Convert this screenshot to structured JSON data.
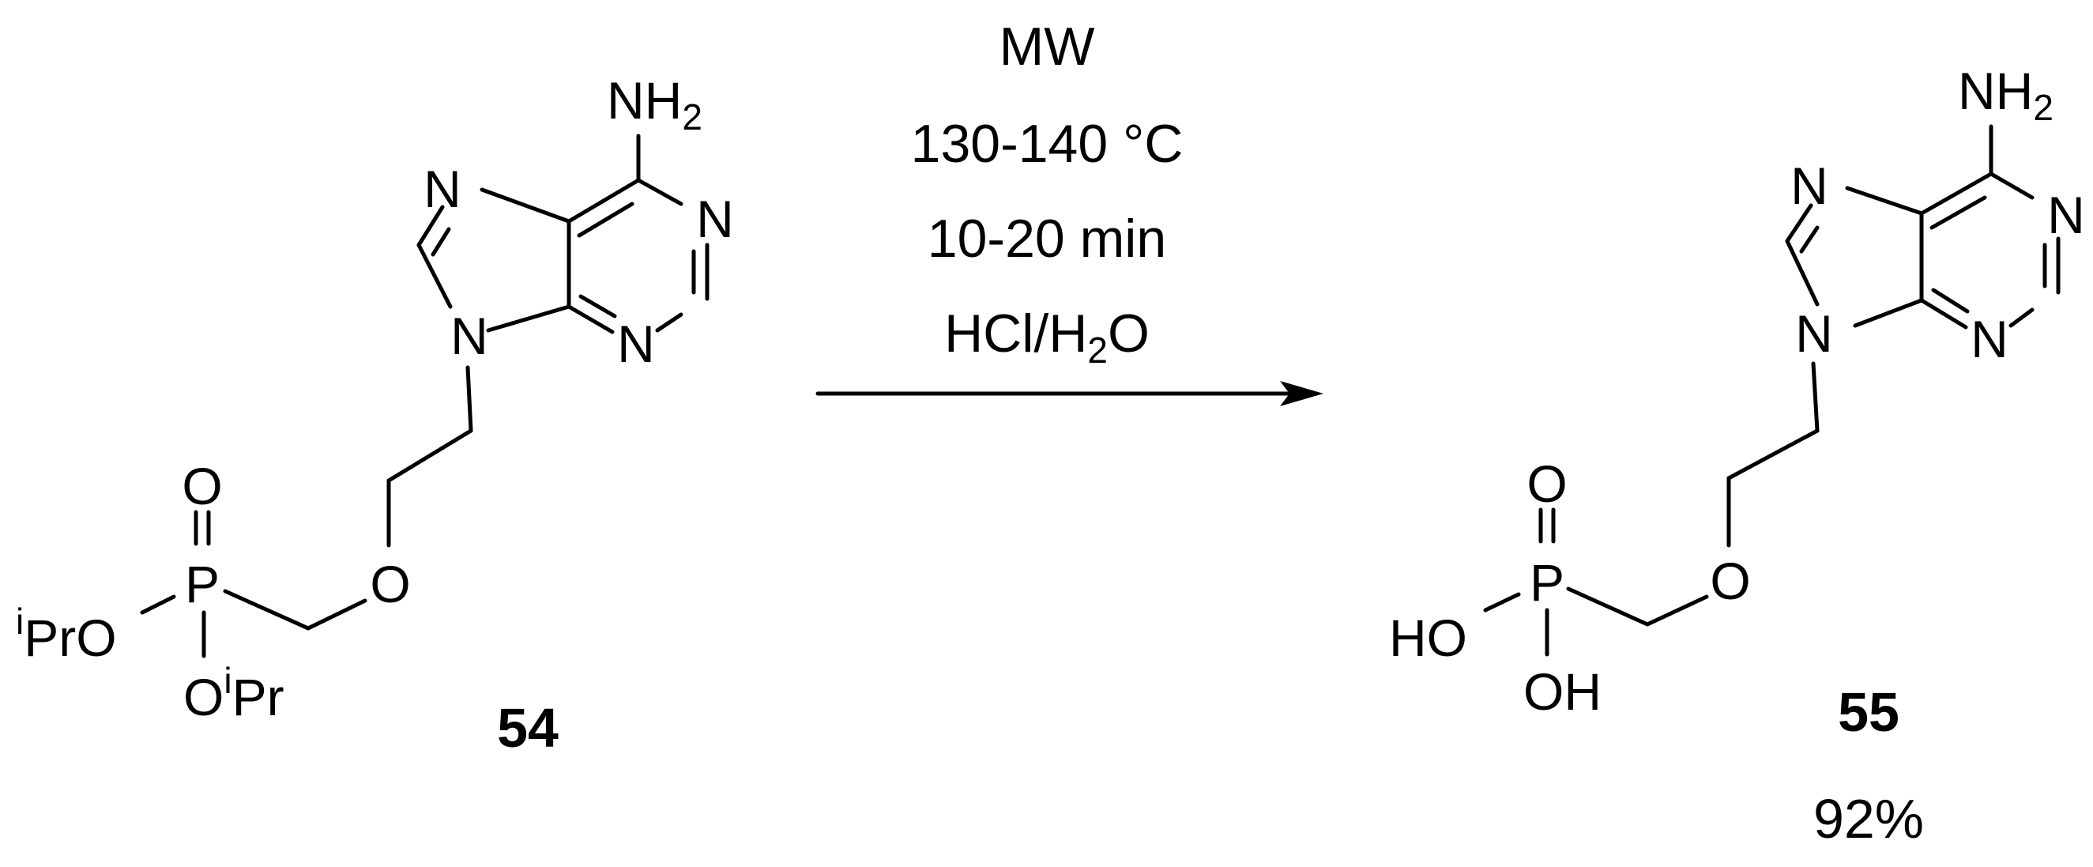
{
  "reaction": {
    "reactant": {
      "compound_number": "54",
      "atoms": {
        "amine": "NH",
        "amine_sub": "2",
        "n7": "N",
        "n1": "N",
        "n3": "N",
        "n9": "N",
        "ether_o": "O",
        "p": "P",
        "oxo_o": "O",
        "ester1_sup": "i",
        "ester1_text": "PrO",
        "ester2_o": "O",
        "ester2_sup": "i",
        "ester2_text": "Pr"
      }
    },
    "conditions": {
      "line1": "MW",
      "line2": "130-140 °C",
      "line3": "10-20 min",
      "line4_a": "HCl/H",
      "line4_sub": "2",
      "line4_b": "O"
    },
    "product": {
      "compound_number": "55",
      "yield": "92%",
      "atoms": {
        "amine": "NH",
        "amine_sub": "2",
        "n7": "N",
        "n1": "N",
        "n3": "N",
        "n9": "N",
        "ether_o": "O",
        "p": "P",
        "oxo_o": "O",
        "oh1": "HO",
        "oh2": "OH"
      }
    }
  }
}
